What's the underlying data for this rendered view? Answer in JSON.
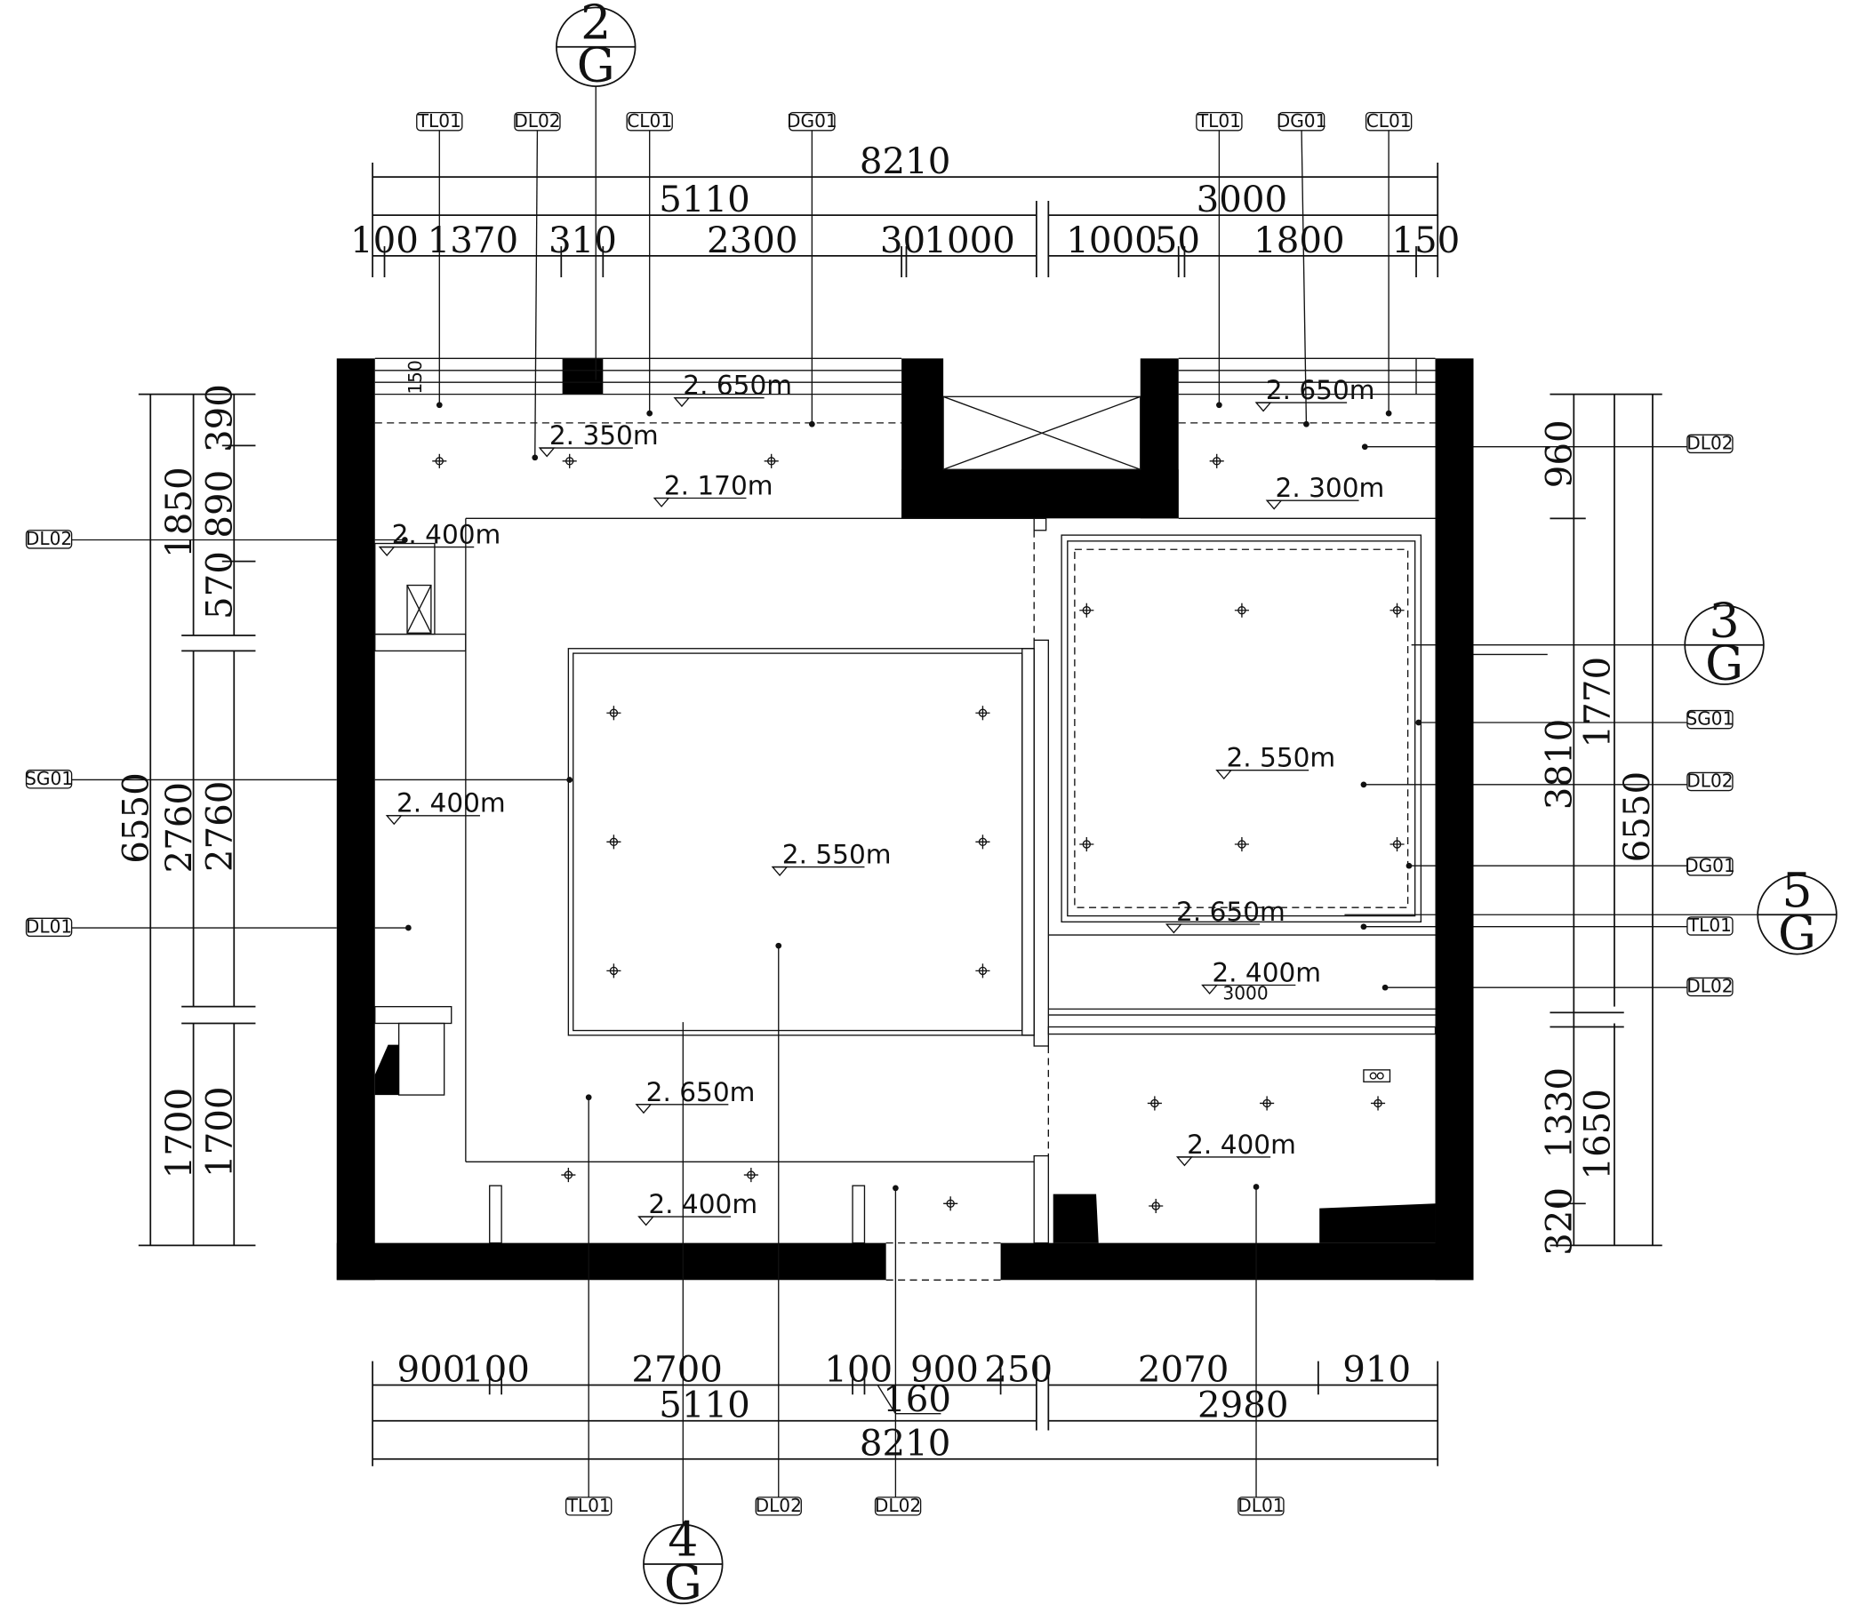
{
  "top_dims": {
    "total": "8210",
    "left_total": "5110",
    "right_total": "3000",
    "segments": [
      "100",
      "1370",
      "310",
      "2300",
      "30",
      "1000",
      "1000",
      "50",
      "1800",
      "150"
    ]
  },
  "bottom_dims": {
    "segments": [
      "900",
      "100",
      "2700",
      "100",
      "900",
      "250",
      "2070",
      "910"
    ],
    "extra": "160",
    "left_total": "5110",
    "right_total": "2980",
    "total": "8210"
  },
  "left_dims": {
    "inner": [
      "390",
      "890",
      "570",
      "2760",
      "1700"
    ],
    "middle": [
      "1850",
      "2760",
      "1700"
    ],
    "total": "6550"
  },
  "right_dims": {
    "inner": [
      "960",
      "3810",
      "1330",
      "320"
    ],
    "middle": [
      "1770",
      "1650"
    ],
    "total": "6550"
  },
  "levels": {
    "l1": "2. 650m",
    "l2": "2. 350m",
    "l3": "2. 170m",
    "l4": "2. 650m",
    "l5": "2. 300m",
    "l6": "2. 400m",
    "l7": "2. 400m",
    "l8": "2. 550m",
    "l9": "2. 550m",
    "l10": "2. 650m",
    "l11": "2. 400m",
    "l12": "2. 650m",
    "l13": "2. 400m",
    "l14": "2. 400m",
    "l14_sub": "3000",
    "small_150": "150"
  },
  "tags": {
    "top": [
      "TL01",
      "DL02",
      "CL01",
      "DG01",
      "TL01",
      "DG01",
      "CL01"
    ],
    "left": [
      "DL02",
      "SG01",
      "DL01"
    ],
    "right": [
      "DL02",
      "SG01",
      "DL02",
      "DG01",
      "TL01",
      "DL02"
    ],
    "bottom": [
      "TL01",
      "DL02",
      "DL02",
      "DL01"
    ]
  },
  "bubbles": {
    "b1": {
      "num": "2",
      "sheet": "G"
    },
    "b2": {
      "num": "3",
      "sheet": "G"
    },
    "b3": {
      "num": "5",
      "sheet": "G"
    },
    "b4": {
      "num": "4",
      "sheet": "G"
    }
  }
}
